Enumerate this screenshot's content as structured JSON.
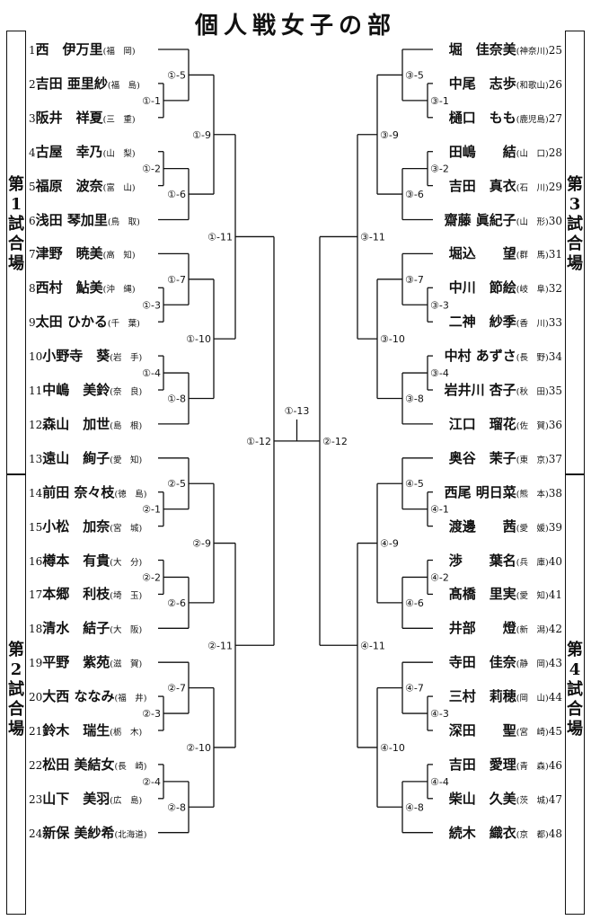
{
  "title": "個人戦女子の部",
  "venues": [
    {
      "label": "第\n1\n試\n合\n場"
    },
    {
      "label": "第\n2\n試\n合\n場"
    },
    {
      "label": "第\n3\n試\n合\n場"
    },
    {
      "label": "第\n4\n試\n合\n場"
    }
  ],
  "players": [
    {
      "num": "1",
      "name": "西　伊万里",
      "pref": "(福　岡)"
    },
    {
      "num": "2",
      "name": "吉田 亜里紗",
      "pref": "(福　島)"
    },
    {
      "num": "3",
      "name": "阪井　祥夏",
      "pref": "(三　重)"
    },
    {
      "num": "4",
      "name": "古屋　幸乃",
      "pref": "(山　梨)"
    },
    {
      "num": "5",
      "name": "福原　波奈",
      "pref": "(富　山)"
    },
    {
      "num": "6",
      "name": "浅田 琴加里",
      "pref": "(鳥　取)"
    },
    {
      "num": "7",
      "name": "津野　暁美",
      "pref": "(高　知)"
    },
    {
      "num": "8",
      "name": "西村　鮎美",
      "pref": "(沖　縄)"
    },
    {
      "num": "9",
      "name": "太田 ひかる",
      "pref": "(千　葉)"
    },
    {
      "num": "10",
      "name": "小野寺　葵",
      "pref": "(岩　手)"
    },
    {
      "num": "11",
      "name": "中嶋　美鈴",
      "pref": "(奈　良)"
    },
    {
      "num": "12",
      "name": "森山　加世",
      "pref": "(島　根)"
    },
    {
      "num": "13",
      "name": "遠山　絢子",
      "pref": "(愛　知)"
    },
    {
      "num": "14",
      "name": "前田 奈々枝",
      "pref": "(徳　島)"
    },
    {
      "num": "15",
      "name": "小松　加奈",
      "pref": "(宮　城)"
    },
    {
      "num": "16",
      "name": "樽本　有貴",
      "pref": "(大　分)"
    },
    {
      "num": "17",
      "name": "本郷　利枝",
      "pref": "(埼　玉)"
    },
    {
      "num": "18",
      "name": "清水　結子",
      "pref": "(大　阪)"
    },
    {
      "num": "19",
      "name": "平野　紫苑",
      "pref": "(滋　賀)"
    },
    {
      "num": "20",
      "name": "大西 ななみ",
      "pref": "(福　井)"
    },
    {
      "num": "21",
      "name": "鈴木　瑞生",
      "pref": "(栃　木)"
    },
    {
      "num": "22",
      "name": "松田 美結女",
      "pref": "(長　崎)"
    },
    {
      "num": "23",
      "name": "山下　美羽",
      "pref": "(広　島)"
    },
    {
      "num": "24",
      "name": "新保 美紗希",
      "pref": "(北海道)"
    },
    {
      "num": "25",
      "name": "堀　佳奈美",
      "pref": "(神奈川)"
    },
    {
      "num": "26",
      "name": "中尾　志歩",
      "pref": "(和歌山)"
    },
    {
      "num": "27",
      "name": "樋口　もも",
      "pref": "(鹿児島)"
    },
    {
      "num": "28",
      "name": "田嶋　　結",
      "pref": "(山　口)"
    },
    {
      "num": "29",
      "name": "吉田　真衣",
      "pref": "(石　川)"
    },
    {
      "num": "30",
      "name": "齋藤 眞紀子",
      "pref": "(山　形)"
    },
    {
      "num": "31",
      "name": "堀込　　望",
      "pref": "(群　馬)"
    },
    {
      "num": "32",
      "name": "中川　節絵",
      "pref": "(岐　阜)"
    },
    {
      "num": "33",
      "name": "二神　紗季",
      "pref": "(香　川)"
    },
    {
      "num": "34",
      "name": "中村 あずさ",
      "pref": "(長　野)"
    },
    {
      "num": "35",
      "name": "岩井川 杏子",
      "pref": "(秋　田)"
    },
    {
      "num": "36",
      "name": "江口　瑠花",
      "pref": "(佐　賀)"
    },
    {
      "num": "37",
      "name": "奥谷　茉子",
      "pref": "(東　京)"
    },
    {
      "num": "38",
      "name": "西尾 明日菜",
      "pref": "(熊　本)"
    },
    {
      "num": "39",
      "name": "渡邊　　茜",
      "pref": "(愛　媛)"
    },
    {
      "num": "40",
      "name": "渉　　葉名",
      "pref": "(兵　庫)"
    },
    {
      "num": "41",
      "name": "髙橋　里実",
      "pref": "(愛　知)"
    },
    {
      "num": "42",
      "name": "井部　　燈",
      "pref": "(新　潟)"
    },
    {
      "num": "43",
      "name": "寺田　佳奈",
      "pref": "(静　岡)"
    },
    {
      "num": "44",
      "name": "三村　莉穂",
      "pref": "(岡　山)"
    },
    {
      "num": "45",
      "name": "深田　　聖",
      "pref": "(宮　崎)"
    },
    {
      "num": "46",
      "name": "吉田　愛理",
      "pref": "(青　森)"
    },
    {
      "num": "47",
      "name": "柴山　久美",
      "pref": "(茨　城)"
    },
    {
      "num": "48",
      "name": "続木　織衣",
      "pref": "(京　都)"
    }
  ],
  "matches": {
    "m1_1": "①-1",
    "m1_2": "①-2",
    "m1_3": "①-3",
    "m1_4": "①-4",
    "m1_5": "①-5",
    "m1_6": "①-6",
    "m1_7": "①-7",
    "m1_8": "①-8",
    "m1_9": "①-9",
    "m1_10": "①-10",
    "m1_11": "①-11",
    "m1_12": "①-12",
    "m1_13": "①-13",
    "m2_1": "②-1",
    "m2_2": "②-2",
    "m2_3": "②-3",
    "m2_4": "②-4",
    "m2_5": "②-5",
    "m2_6": "②-6",
    "m2_7": "②-7",
    "m2_8": "②-8",
    "m2_9": "②-9",
    "m2_10": "②-10",
    "m2_11": "②-11",
    "m2_12": "②-12",
    "m3_1": "③-1",
    "m3_2": "③-2",
    "m3_3": "③-3",
    "m3_4": "③-4",
    "m3_5": "③-5",
    "m3_6": "③-6",
    "m3_7": "③-7",
    "m3_8": "③-8",
    "m3_9": "③-9",
    "m3_10": "③-10",
    "m3_11": "③-11",
    "m4_1": "④-1",
    "m4_2": "④-2",
    "m4_3": "④-3",
    "m4_4": "④-4",
    "m4_5": "④-5",
    "m4_6": "④-6",
    "m4_7": "④-7",
    "m4_8": "④-8",
    "m4_9": "④-9",
    "m4_10": "④-10",
    "m4_11": "④-11"
  }
}
